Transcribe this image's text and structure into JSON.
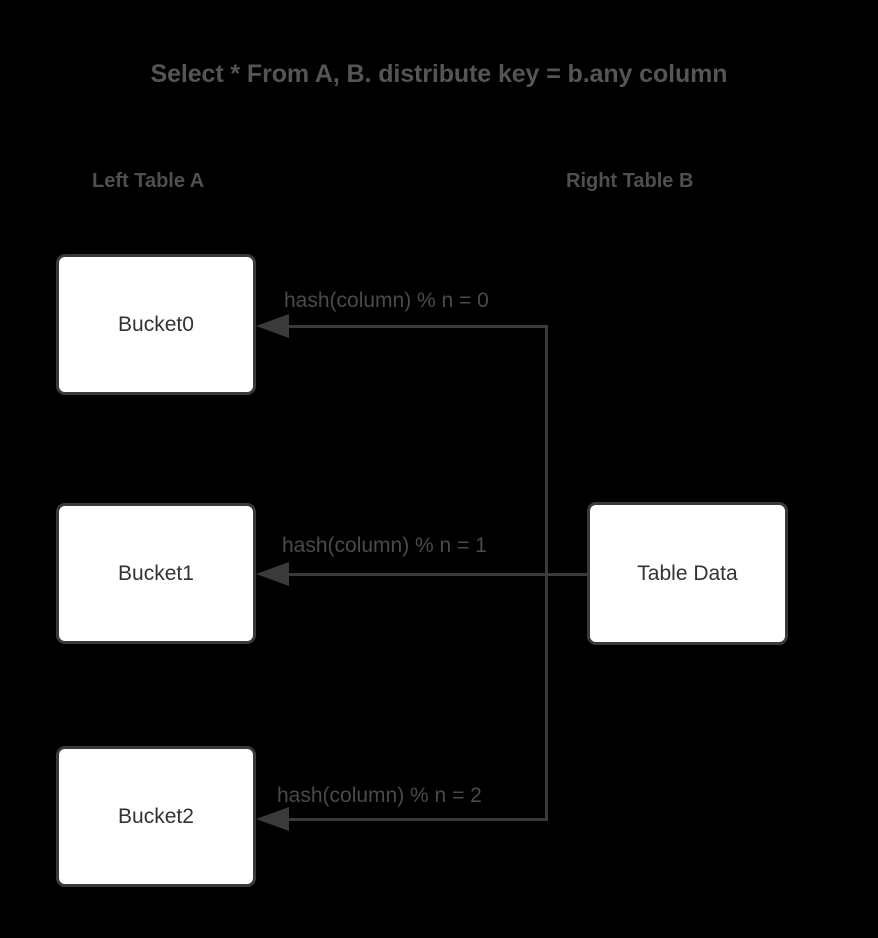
{
  "title": "Select * From A, B. distribute key = b.any column",
  "headers": {
    "left": "Left Table A",
    "right": "Right Table B"
  },
  "buckets": [
    {
      "label": "Bucket0",
      "edge_label": "hash(column) % n = 0"
    },
    {
      "label": "Bucket1",
      "edge_label": "hash(column) % n = 1"
    },
    {
      "label": "Bucket2",
      "edge_label": "hash(column) % n = 2"
    }
  ],
  "source": {
    "label": "Table Data"
  },
  "colors": {
    "background": "#000000",
    "box_fill": "#ffffff",
    "box_border": "#3a3a3a",
    "box_text": "#333333",
    "title_text": "#555555",
    "header_text": "#4f4f4f",
    "edge_label_text": "#4a4a4a",
    "connector": "#3a3a3a"
  }
}
